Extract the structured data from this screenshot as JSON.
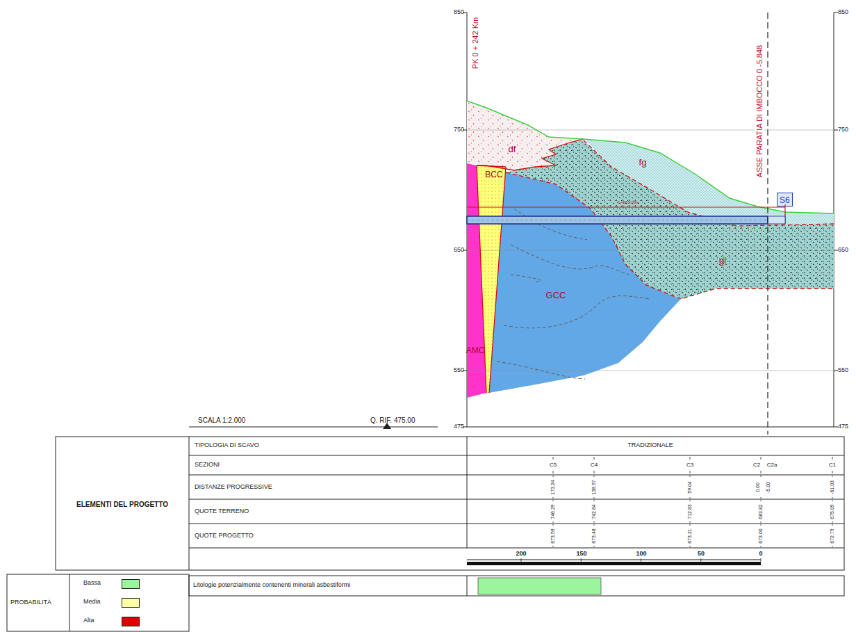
{
  "diagram": {
    "nodes": [
      {
        "text": [
          "df"
        ]
      },
      {
        "text": [
          "BCC"
        ]
      },
      {
        "text": [
          "fg"
        ]
      },
      {
        "text": [
          "S6"
        ]
      },
      {
        "text": [
          "gi"
        ]
      },
      {
        "text": [
          "GCC"
        ]
      },
      {
        "text": [
          "AMC"
        ]
      }
    ],
    "labels": [
      "850",
      "750",
      "650",
      "550",
      "475",
      "850",
      "750",
      "650",
      "550",
      "475",
      "PK 0 + 242 Km",
      "ASSE PARATIA DI IMBOCCO 0 -5.848",
      "L=265.00m",
      "SCALA 1:2.000",
      "Q. RIF. 475.00",
      "TIPOLOGIA DI SCAVO",
      "TRADIZIONALE",
      "SEZIONI",
      "C5",
      "C4",
      "C3",
      "C2",
      "C2a",
      "C1",
      "DISTANZE PROGRESSIVE",
      "173.24",
      "138.97",
      "59.04",
      "0.00",
      "-5.00",
      "-61.03",
      "QUOTE TERRENO",
      "746.29",
      "742.84",
      "712.83",
      "683.82",
      "675.09",
      "QUOTE PROGETTO",
      "673.59",
      "673.48",
      "673.21",
      "673.00",
      "672.79",
      "200",
      "150",
      "100",
      "50",
      "0",
      "ELEMENTI DEL PROGETTO",
      "Litologie potenzialmente contenenti minerali asbestiformi",
      "PROBABILITÀ"
    ],
    "legend": [
      {
        "text": "Bassa",
        "color": "#9cf59c"
      },
      {
        "text": "Media",
        "color": "#ffffa6"
      },
      {
        "text": "Alta",
        "color": "#e00000"
      }
    ]
  }
}
